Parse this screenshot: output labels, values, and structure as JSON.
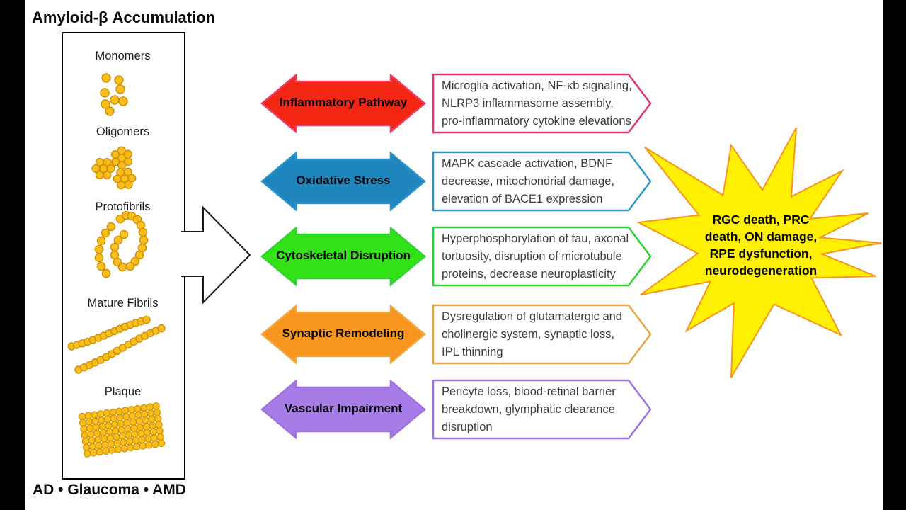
{
  "title": "Amyloid-β Accumulation",
  "footer": "AD • Glaucoma • AMD",
  "amyloid_stages": {
    "labels": [
      "Monomers",
      "Oligomers",
      "Protofibrils",
      "Mature Fibrils",
      "Plaque"
    ]
  },
  "pathways": [
    {
      "label": "Inflammatory Pathway",
      "arrow_fill": "#F22613",
      "arrow_stroke": "#EF3A64",
      "box_border": "#E03369",
      "lines": [
        "Microglia activation, NF-κb signaling,",
        "NLRP3 inflammasome assembly,",
        "pro-inflammatory cytokine elevations"
      ]
    },
    {
      "label": "Oxidative Stress",
      "arrow_fill": "#1E86BD",
      "arrow_stroke": "#2795CC",
      "box_border": "#2D96C8",
      "lines": [
        "MAPK cascade activation, BDNF",
        "decrease, mitochondrial damage,",
        "elevation of BACE1 expression"
      ]
    },
    {
      "label": "Cytoskeletal Disruption",
      "arrow_fill": "#33E117",
      "arrow_stroke": "#2FD32F",
      "box_border": "#29D32E",
      "lines": [
        "Hyperphosphorylation of tau, axonal",
        "tortuosity, disruption of microtubule",
        "proteins, decrease neuroplasticity"
      ]
    },
    {
      "label": "Synaptic Remodeling",
      "arrow_fill": "#F7951F",
      "arrow_stroke": "#EFA93F",
      "box_border": "#E9A53E",
      "lines": [
        "Dysregulation of glutamatergic and",
        "cholinergic system, synaptic loss,",
        "IPL thinning"
      ]
    },
    {
      "label": "Vascular Impairment",
      "arrow_fill": "#A87CE6",
      "arrow_stroke": "#9E70DC",
      "box_border": "#9C6FE4",
      "lines": [
        "Pericyte loss, blood-retinal barrier",
        "breakdown, glymphatic clearance",
        "disruption"
      ]
    }
  ],
  "outcome": {
    "lines": [
      "RGC death, PRC",
      "death, ON damage,",
      "RPE dysfunction,",
      "neurodegeneration"
    ]
  },
  "colors": {
    "background_bar": "#000000",
    "canvas": "#ffffff",
    "amyloid_dot_fill": "#F9BE19",
    "amyloid_dot_stroke": "#CE8F06",
    "outcome_fill": "#FFF101",
    "outcome_stroke": "#F79321"
  }
}
